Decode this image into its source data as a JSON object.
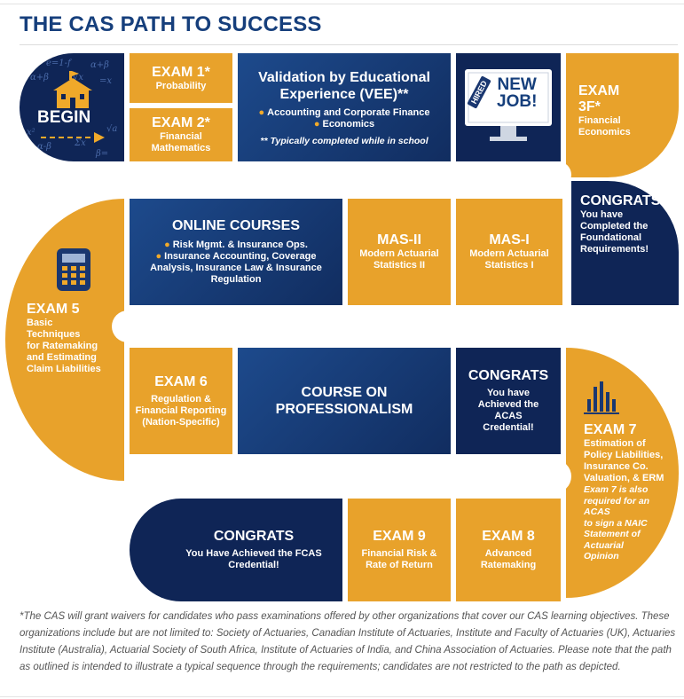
{
  "title": "THE CAS PATH TO SUCCESS",
  "colors": {
    "gold": "#e8a22b",
    "navy": "#153a78",
    "title": "#163f7c"
  },
  "begin": {
    "label": "BEGIN"
  },
  "exam1": {
    "title": "EXAM 1*",
    "sub": "Probability"
  },
  "exam2": {
    "title": "EXAM 2*",
    "sub1": "Financial",
    "sub2": "Mathematics"
  },
  "vee": {
    "title1": "Validation by Educational",
    "title2": "Experience (VEE)**",
    "bullet1": "Accounting and Corporate Finance",
    "bullet2": "Economics",
    "note": "** Typically completed while in school"
  },
  "newjob": {
    "stamp": "HIRED",
    "text1": "NEW",
    "text2": "JOB!"
  },
  "exam3f": {
    "title1": "EXAM",
    "title2": "3F*",
    "sub1": "Financial",
    "sub2": "Economics"
  },
  "congrats1": {
    "title": "CONGRATS",
    "l1": "You have",
    "l2": "Completed the",
    "l3": "Foundational",
    "l4": "Requirements!"
  },
  "mas1": {
    "title": "MAS-I",
    "sub1": "Modern Actuarial",
    "sub2": "Statistics I"
  },
  "mas2": {
    "title": "MAS-II",
    "sub1": "Modern Actuarial",
    "sub2": "Statistics II"
  },
  "online": {
    "title": "ONLINE COURSES",
    "b1": "Risk Mgmt. & Insurance Ops.",
    "b2a": "Insurance Accounting, Coverage",
    "b2b": "Analysis, Insurance Law & Insurance",
    "b2c": "Regulation"
  },
  "exam5": {
    "title": "EXAM 5",
    "l1": "Basic",
    "l2": "Techniques",
    "l3": "for Ratemaking",
    "l4": "and Estimating",
    "l5": "Claim Liabilities"
  },
  "exam6": {
    "title": "EXAM 6",
    "l1": "Regulation &",
    "l2": "Financial Reporting",
    "l3": "(Nation-Specific)"
  },
  "course": {
    "l1": "COURSE ON",
    "l2": "PROFESSIONALISM"
  },
  "congrats2": {
    "title": "CONGRATS",
    "l1": "You have",
    "l2": "Achieved the",
    "l3": "ACAS",
    "l4": "Credential!"
  },
  "exam7": {
    "title": "EXAM 7",
    "l1": "Estimation of",
    "l2": "Policy Liabilities,",
    "l3": "Insurance Co.",
    "l4": "Valuation, & ERM",
    "n1": "Exam 7 is also",
    "n2": "required for an",
    "n3": "ACAS",
    "n4": "to sign a NAIC",
    "n5": "Statement of",
    "n6": "Actuarial",
    "n7": "Opinion"
  },
  "exam8": {
    "title": "EXAM 8",
    "sub1": "Advanced",
    "sub2": "Ratemaking"
  },
  "exam9": {
    "title": "EXAM 9",
    "sub1": "Financial Risk &",
    "sub2": "Rate of Return"
  },
  "congrats3": {
    "title": "CONGRATS",
    "sub": "You Have Achieved the FCAS Credential!"
  },
  "footnote": "*The CAS will grant waivers for candidates who pass examinations offered by other organizations that cover our CAS learning objectives. These organizations include but are not limited to: Society of Actuaries, Canadian Institute of Actuaries, Institute and Faculty of Actuaries (UK), Actuaries Institute (Australia), Actuarial Society of South Africa, Institute of Actuaries of India, and China Association of Actuaries. Please note that the path as outlined is intended to illustrate a typical sequence through the requirements; candidates are not restricted to the path as depicted."
}
